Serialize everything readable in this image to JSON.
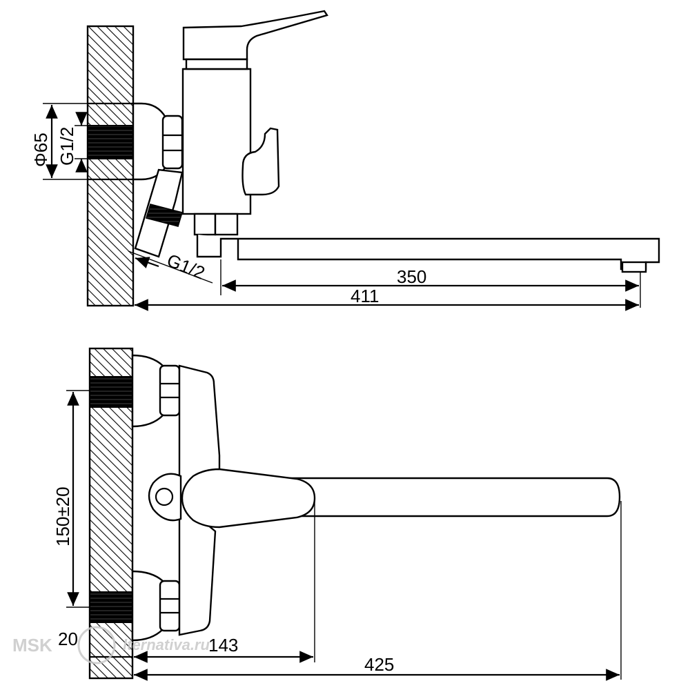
{
  "side_view": {
    "dims": {
      "outer_diameter": "Φ65",
      "inlet_thread": "G1/2",
      "shower_thread": "G1/2",
      "spout_length": "350",
      "overall_length": "411"
    }
  },
  "top_view": {
    "dims": {
      "inlet_spacing": "150±20",
      "wall_offset": "20",
      "handle_reach": "143",
      "total_reach": "425"
    }
  },
  "watermark": {
    "brand": "MSK",
    "site": "lternativa.ru"
  },
  "colors": {
    "line": "#000000",
    "background": "#ffffff",
    "watermark": "#c8c8c8"
  }
}
